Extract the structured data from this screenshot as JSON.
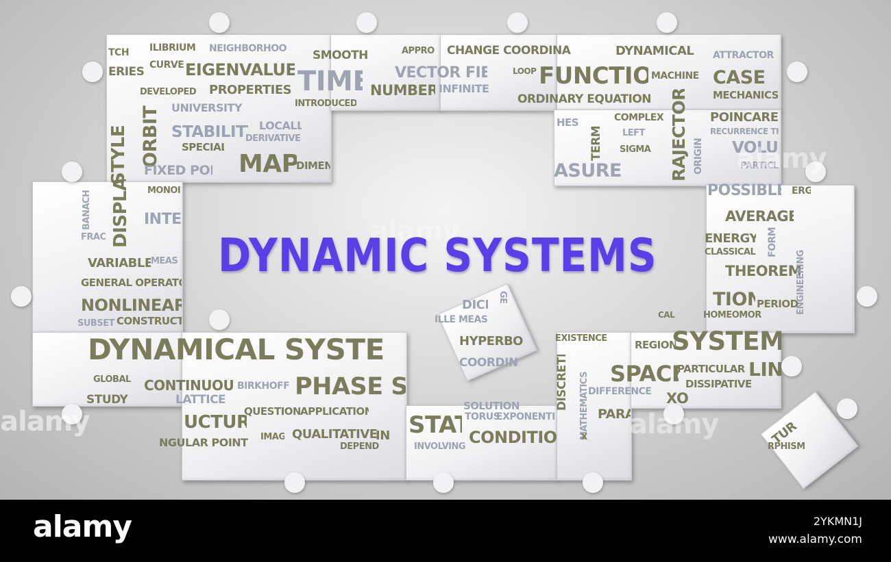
{
  "headline": "DYNAMIC SYSTEMS",
  "words": [
    "TCH",
    "ERIES",
    "ILIBRIUM",
    "CURVE",
    "NEIGHBORHOO",
    "EIGENVALUE",
    "SMOOTH",
    "APPRO",
    "CHANGE COORDINA",
    "DYNAMICAL",
    "ATTRACTOR",
    "TIME",
    "VECTOR FIEL",
    "LOOP",
    "FUNCTION",
    "MACHINE",
    "CASE",
    "DEVELOPED",
    "PROPERTIES",
    "NUMBER",
    "INFINITE",
    "MECHANICS",
    "INTRODUCED",
    "ORDINARY EQUATIONS",
    "STYLE",
    "ORBIT",
    "UNIVERSITY",
    "COMPLEX",
    "POINCARE",
    "STABILITY",
    "LOCALLY",
    "DERIVATIVE",
    "HES",
    "LEFT",
    "RECURRENCE TH",
    "SPECIAL",
    "TERM",
    "SIGMA",
    "RAJECTORY",
    "ORIGIN",
    "VOLU",
    "FIXED POI",
    "MAP",
    "DIMEN",
    "ASURE",
    "PARTICL",
    "POSSIBLE",
    "MONOI",
    "ERG",
    "DISPLAY",
    "INTE",
    "BANACH",
    "AVERAGE",
    "FRAC",
    "ENERGY",
    "FORM",
    "CLASSICAL",
    "VARIABLE",
    "MEAS",
    "THEOREM",
    "GENERAL OPERATOR",
    "ENGINEERING",
    "NONLINEAR",
    "TION",
    "PERIOD",
    "SUBSET",
    "CONSTRUCT",
    "HOMEOMORPHIC",
    "DICE",
    "GE",
    "ILLE MEAS",
    "CAL",
    "HYPERBO",
    "EXISTENCE",
    "DYNAMICAL SYSTE",
    "REGION",
    "SYSTEM",
    "COORDIN",
    "PARTICULAR",
    "LINEA",
    "GLOBAL",
    "CONTINUOUS",
    "BIRKHOFF",
    "PHASE SP",
    "SPACE",
    "DISSIPATIVE",
    "STUDY",
    "LATTICE",
    "DISCRETE",
    "DIFFERENCE",
    "XO",
    "MATHEMATICS",
    "UCTURE",
    "QUESTION",
    "APPLICATION",
    "TORUS",
    "EXPONENTIALLY",
    "PARA",
    "STATE",
    "SOLUTION",
    "NGULAR POINT",
    "IMAGE",
    "QUALITATIVE",
    "IN",
    "CONDITION",
    "X_",
    "DEPEND",
    "INVOLVING",
    "TUR",
    "RPHISM"
  ],
  "watermark": {
    "logo": "alamy",
    "image_id": "2YKMN1J",
    "url": "www.alamy.com"
  }
}
